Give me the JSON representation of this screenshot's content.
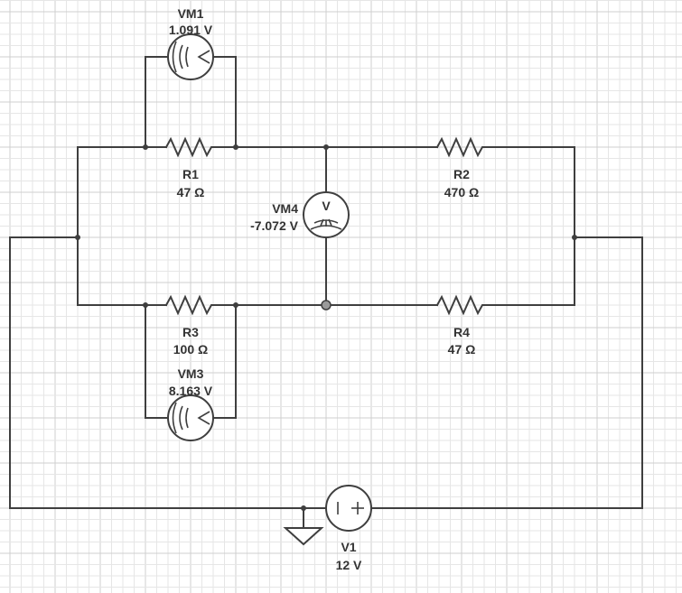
{
  "colors": {
    "grid_minor": "#e6e6e6",
    "grid_major": "#cfcfcf",
    "wire": "#3f3f3f",
    "text": "#333333",
    "background": "#ffffff"
  },
  "components": {
    "vm1": {
      "name": "VM1",
      "value": "1.091 V",
      "icon": "voltmeter-icon"
    },
    "r1": {
      "name": "R1",
      "value": "47 Ω",
      "icon": "resistor-icon"
    },
    "r2": {
      "name": "R2",
      "value": "470 Ω",
      "icon": "resistor-icon"
    },
    "vm4": {
      "name": "VM4",
      "value": "-7.072 V",
      "symbol": "V",
      "icon": "voltmeter-icon"
    },
    "r3": {
      "name": "R3",
      "value": "100 Ω",
      "icon": "resistor-icon"
    },
    "r4": {
      "name": "R4",
      "value": "47 Ω",
      "icon": "resistor-icon"
    },
    "vm3": {
      "name": "VM3",
      "value": "8.163 V",
      "icon": "voltmeter-icon"
    },
    "v1": {
      "name": "V1",
      "value": "12 V",
      "icon": "dc-voltage-source-icon"
    },
    "gnd": {
      "icon": "ground-icon"
    }
  }
}
